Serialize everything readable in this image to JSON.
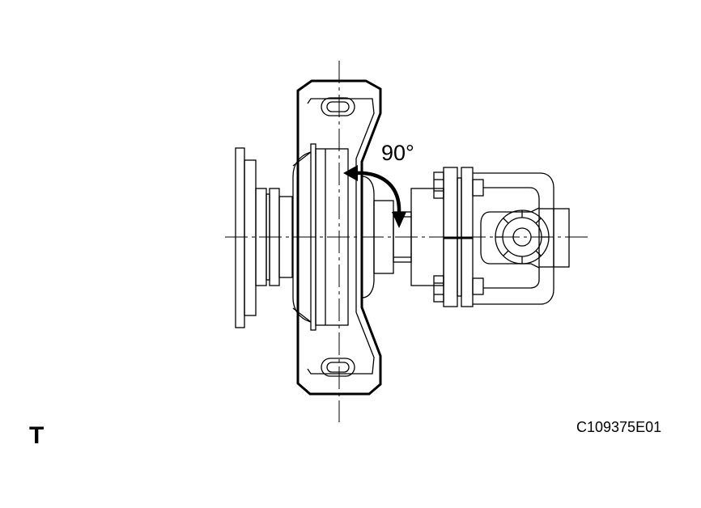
{
  "annotation": {
    "angle_label": "90°",
    "view_letter": "T",
    "figure_code": "C109375E01"
  },
  "colors": {
    "line": "#000000",
    "background": "#ffffff"
  }
}
